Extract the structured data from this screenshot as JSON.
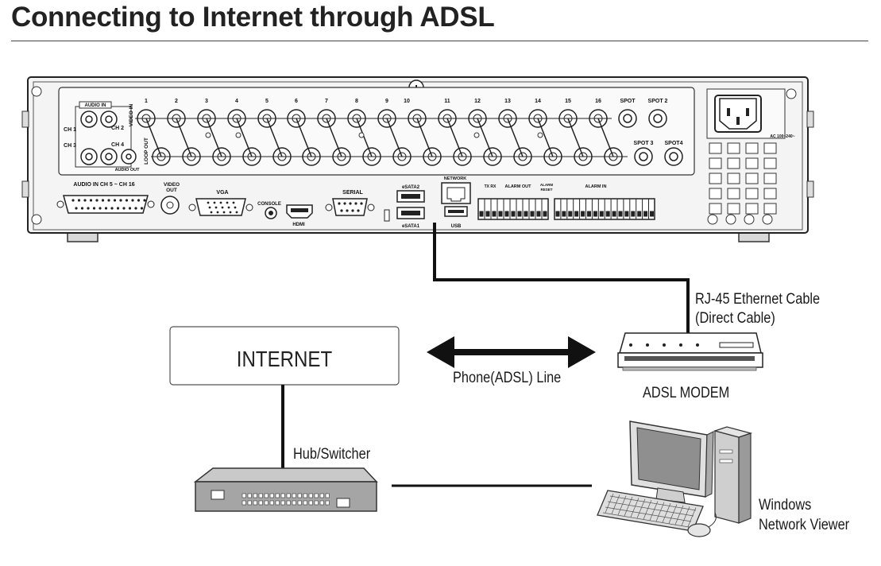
{
  "title": "Connecting to Internet through ADSL",
  "nodes": {
    "internet": "INTERNET",
    "adsl_modem": "ADSL MODEM",
    "hub": "Hub/Switcher",
    "viewer_line1": "Windows",
    "viewer_line2": "Network Viewer"
  },
  "connections": {
    "rj45_line1": "RJ-45 Ethernet Cable",
    "rj45_line2": "(Direct Cable)",
    "phone_line": "Phone(ADSL) Line"
  },
  "dvr_panel": {
    "audio_in": "AUDIO IN",
    "ch1": "CH 1",
    "ch2": "CH 2",
    "ch3": "CH 3",
    "ch4": "CH 4",
    "audio_out": "AUDIO OUT",
    "video_in": "VIDEO IN",
    "loop_out": "LOOP OUT",
    "channels": [
      "1",
      "2",
      "3",
      "4",
      "5",
      "6",
      "7",
      "8",
      "9",
      "10",
      "11",
      "12",
      "13",
      "14",
      "15",
      "16"
    ],
    "spot": "SPOT",
    "spot2": "SPOT 2",
    "spot3": "SPOT 3",
    "spot4": "SPOT4",
    "ac": "AC 100~240~",
    "audio_in_ch5_16": "AUDIO IN CH 5 ~ CH 16",
    "video_out_line1": "VIDEO",
    "video_out_line2": "OUT",
    "vga": "VGA",
    "console": "CONSOLE",
    "hdmi": "HDMI",
    "serial": "SERIAL",
    "esata2": "eSATA2",
    "esata1": "eSATA1",
    "network": "NETWORK",
    "usb": "USB",
    "txrx": "TX RX",
    "alarm_out": "ALARM OUT",
    "alarm_reset_line1": "ALARM",
    "alarm_reset_line2": "RESET",
    "alarm_in": "ALARM IN"
  }
}
